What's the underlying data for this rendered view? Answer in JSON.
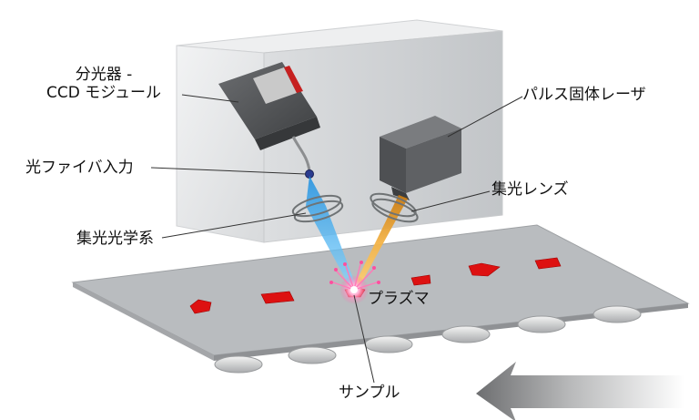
{
  "labels": {
    "spectrometer_line1": "分光器 -",
    "spectrometer_line2": "CCD モジュール",
    "laser": "パルス固体レーザ",
    "fiber_input": "光ファイバ入力",
    "focus_lens": "集光レンズ",
    "collection_optics": "集光光学系",
    "plasma": "プラズマ",
    "sample": "サンプル"
  },
  "colors": {
    "belt": "#b9bcbf",
    "enclosure": "#e4e6e8",
    "laser_beam": "#f0a020",
    "collection_beam": "#30b8ff",
    "sample": "#dd1111",
    "module": "#5a5c5f"
  }
}
